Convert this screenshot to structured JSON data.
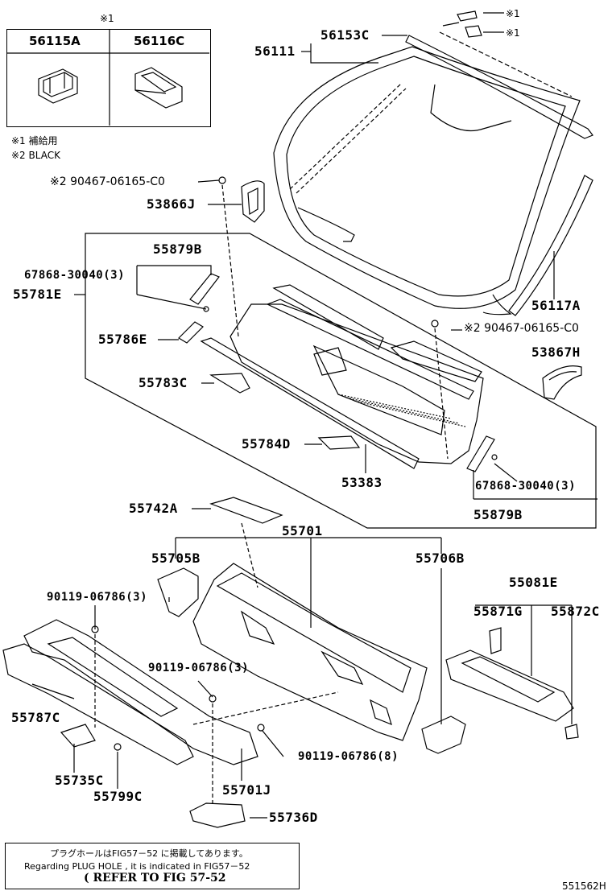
{
  "inset": {
    "mark": "※1",
    "col1": "56115A",
    "col2": "56116C"
  },
  "legend": {
    "line1": "※1 補給用",
    "line2": "※2 BLACK"
  },
  "labels": {
    "p56111": "56111",
    "p56153C": "56153C",
    "mark1a": "※1",
    "mark1b": "※1",
    "p90467_top": "※2 90467-06165-C0",
    "p53866J": "53866J",
    "p55879B_top": "55879B",
    "p67868_top": "67868-30040(3)",
    "p55781E": "55781E",
    "p56117A": "56117A",
    "p55786E": "55786E",
    "p90467_right": "※2 90467-06165-C0",
    "p53867H": "53867H",
    "p55783C": "55783C",
    "p55784D": "55784D",
    "p53383": "53383",
    "p67868_bottom": "67868-30040(3)",
    "p55879B_bottom": "55879B",
    "p55742A": "55742A",
    "p55701": "55701",
    "p55705B": "55705B",
    "p55706B": "55706B",
    "p55081E": "55081E",
    "p90119_a": "90119-06786(3)",
    "p55871G": "55871G",
    "p55872C": "55872C",
    "p90119_b": "90119-06786(3)",
    "p55787C": "55787C",
    "p90119_c": "90119-06786(8)",
    "p55735C": "55735C",
    "p55799C": "55799C",
    "p55701J": "55701J",
    "p55736D": "55736D"
  },
  "note": {
    "jp": "プラグホールはFIG57－52 に掲載してあります。",
    "en": "Regarding PLUG HOLE , it is indicated in FIG57－52",
    "ref": "( REFER TO FIG 57-52"
  },
  "diagram_code": "551562H"
}
